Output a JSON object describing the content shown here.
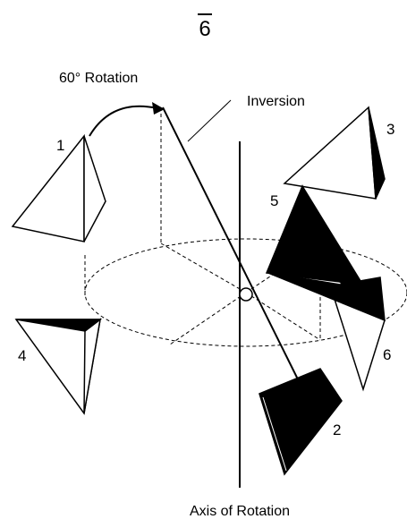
{
  "title": "6",
  "labels": {
    "rotation": "60° Rotation",
    "inversion": "Inversion",
    "axis": "Axis of Rotation"
  },
  "tetrahedra": [
    {
      "number": "1"
    },
    {
      "number": "2"
    },
    {
      "number": "3"
    },
    {
      "number": "4"
    },
    {
      "number": "5"
    },
    {
      "number": "6"
    }
  ],
  "colors": {
    "ink": "#000000",
    "background": "#ffffff"
  }
}
